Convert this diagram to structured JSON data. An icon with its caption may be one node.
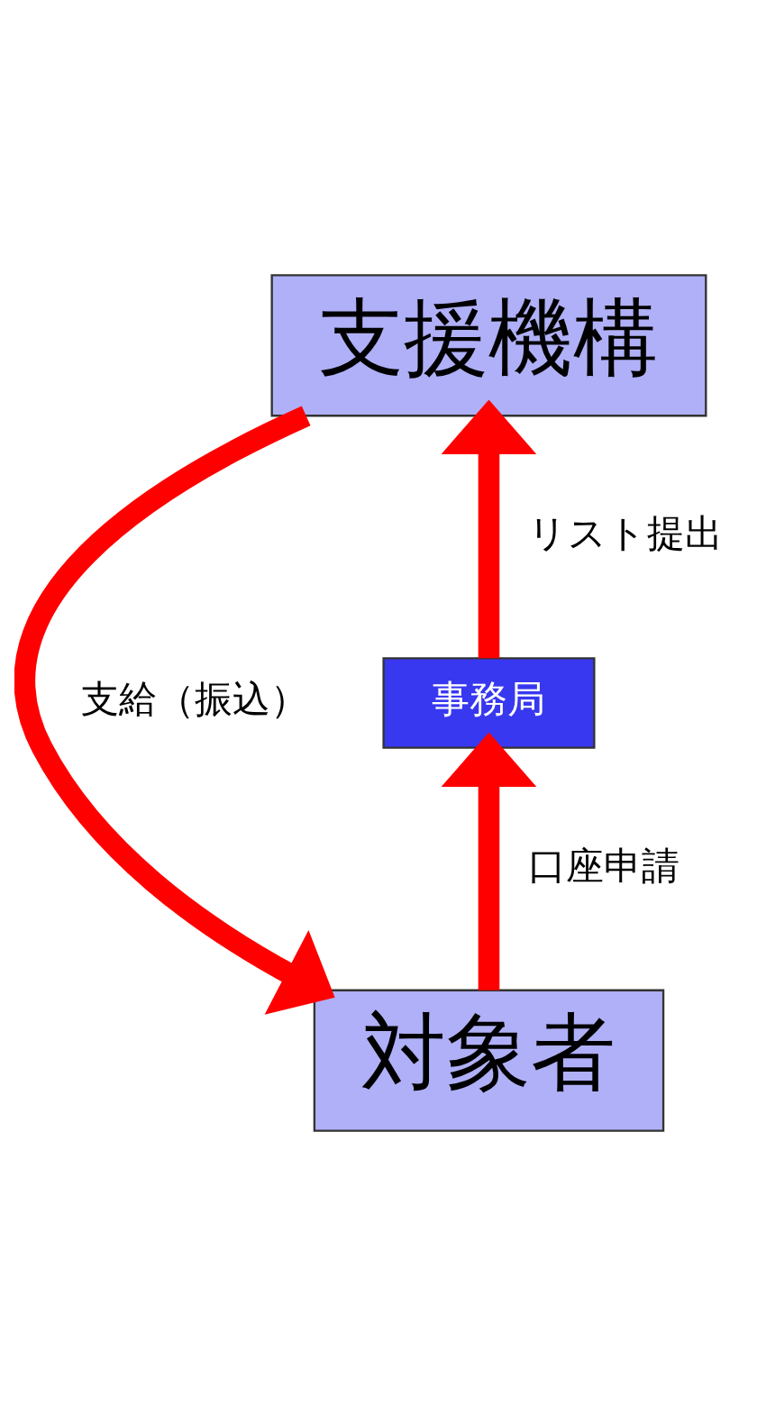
{
  "diagram": {
    "nodes": [
      {
        "text": [
          "支援機構"
        ]
      },
      {
        "text": [
          "事務局"
        ]
      },
      {
        "text": [
          "対象者"
        ]
      }
    ],
    "edges": [
      {
        "from": 2,
        "to": 1,
        "arrow": "to",
        "label": "口座申請"
      },
      {
        "from": 1,
        "to": 0,
        "arrow": "to",
        "label": "リスト提出"
      },
      {
        "from": 0,
        "to": 2,
        "arrow": "to",
        "label": "支給（振込）"
      }
    ]
  }
}
